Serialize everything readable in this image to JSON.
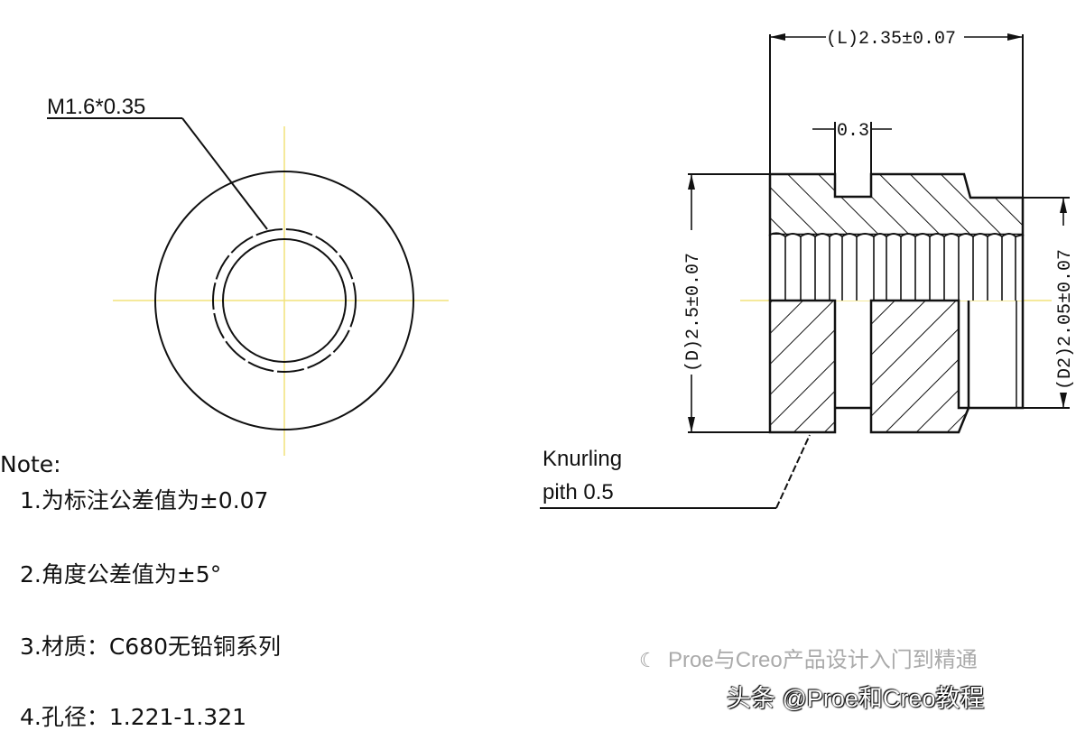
{
  "thread_label": "M1.6*0.35",
  "dimensions": {
    "length": "(L)2.35±0.07",
    "groove": "0.3",
    "diameter": "(D)2.5±0.07",
    "diameter2": "(D2)2.05±0.07"
  },
  "knurling": {
    "line1": "Knurling",
    "line2": "pith 0.5"
  },
  "notes": {
    "heading": "Note:",
    "items": [
      "1.为标注公差值为±0.07",
      "2.角度公差值为±5°",
      "3.材质：C680无铅铜系列",
      "4.孔径：1.221-1.321"
    ]
  },
  "watermark": {
    "back": "Proe与Creo产品设计入门到精通",
    "front": "头条 @Proe和Creo教程"
  },
  "colors": {
    "line": "#111111",
    "centerline": "#f2e27a"
  }
}
